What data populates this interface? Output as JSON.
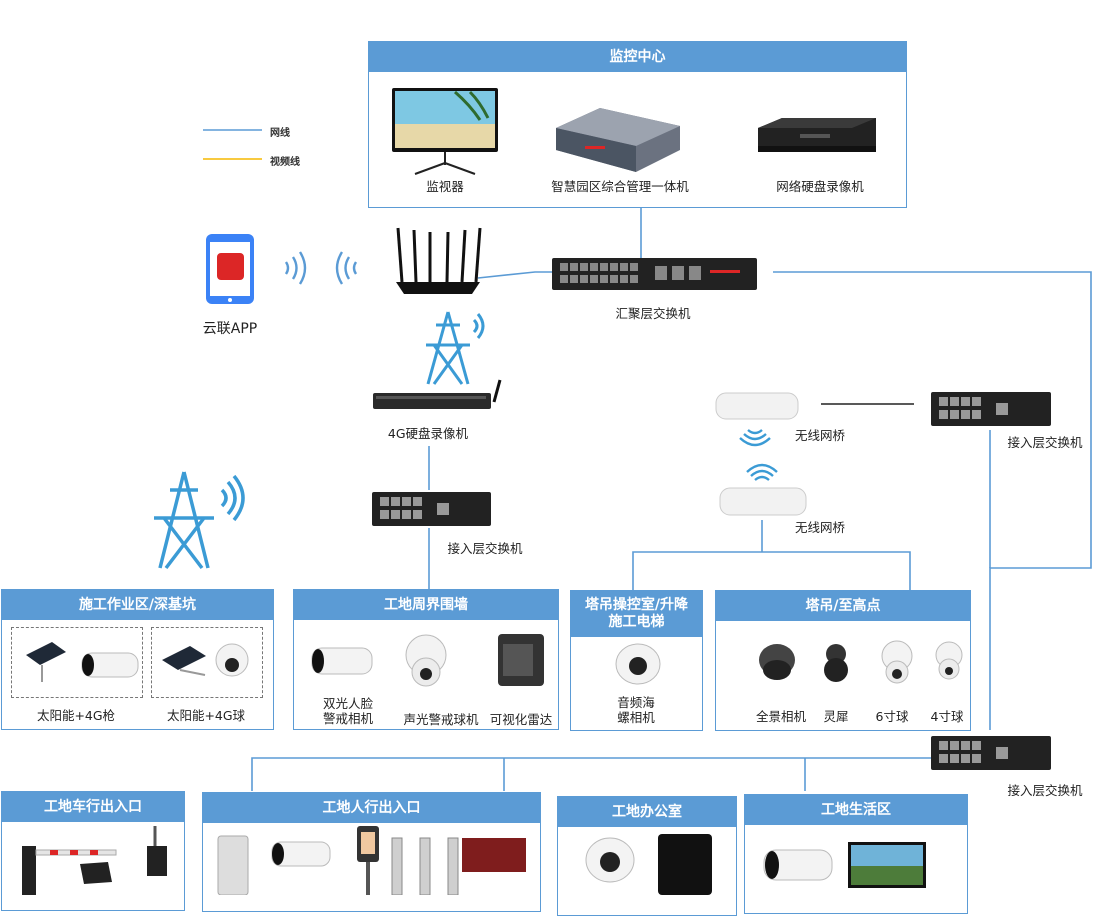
{
  "legend": {
    "network_line": "网线",
    "video_line": "视频线"
  },
  "colors": {
    "panel_blue": "#5b9bd5",
    "network_line": "#5b9bd5",
    "video_line": "#f5b800"
  },
  "monitoring_center": {
    "title": "监控中心",
    "monitor": "监视器",
    "management_server": "智慧园区综合管理一体机",
    "nvr": "网络硬盘录像机"
  },
  "app": {
    "label": "云联APP"
  },
  "core": {
    "aggregation_switch": "汇聚层交换机",
    "nvr_4g": "4G硬盘录像机"
  },
  "access_switch_label": "接入层交换机",
  "wireless_bridge_label": "无线网桥",
  "zones": {
    "construction": {
      "title": "施工作业区/深基坑",
      "items": [
        "太阳能+4G枪",
        "太阳能+4G球"
      ]
    },
    "perimeter": {
      "title": "工地周界围墙",
      "items": [
        "双光人脸\n警戒相机",
        "声光警戒球机",
        "可视化雷达"
      ]
    },
    "crane_room": {
      "title": "塔吊操控室/升降\n施工电梯",
      "items": [
        "音频海\n螺相机"
      ]
    },
    "crane_high": {
      "title": "塔吊/至高点",
      "items": [
        "全景相机",
        "灵犀",
        "6寸球",
        "4寸球"
      ]
    },
    "vehicle_gate": {
      "title": "工地车行出入口"
    },
    "pedestrian_gate": {
      "title": "工地人行出入口"
    },
    "office": {
      "title": "工地办公室"
    },
    "living": {
      "title": "工地生活区"
    }
  }
}
